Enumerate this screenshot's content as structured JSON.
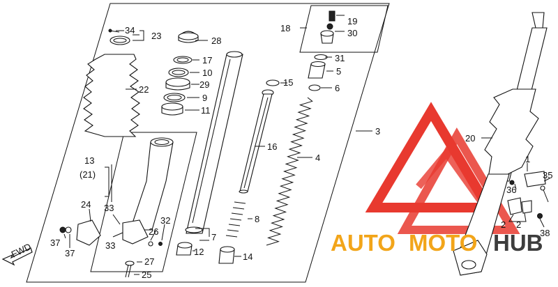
{
  "diagram": {
    "callouts": {
      "c1": "1",
      "c2": "2",
      "c3": "3",
      "c4": "4",
      "c5": "5",
      "c6": "6",
      "c7": "7",
      "c8": "8",
      "c9": "9",
      "c10": "10",
      "c11": "11",
      "c12": "12",
      "c13": "13",
      "c13b": "(21)",
      "c14": "14",
      "c15": "15",
      "c16": "16",
      "c17": "17",
      "c18": "18",
      "c19": "19",
      "c20": "20",
      "c22": "22",
      "c23": "23",
      "c24": "24",
      "c25": "25",
      "c26": "26",
      "c27": "27",
      "c28": "28",
      "c29": "29",
      "c30": "30",
      "c31": "31",
      "c32": "32",
      "c33a": "33",
      "c33b": "33",
      "c34": "34",
      "c35": "35",
      "c36": "36",
      "c37a": "37",
      "c37b": "37",
      "c38": "38",
      "c2b": "2"
    },
    "fwd_label": "FWD"
  },
  "watermark": {
    "auto": "AUTO",
    "moto": "MOTO",
    "hub": "HUB",
    "color_red": "#e8392f",
    "color_yellow": "#f2a51a",
    "color_gray": "#3d3d3d"
  }
}
